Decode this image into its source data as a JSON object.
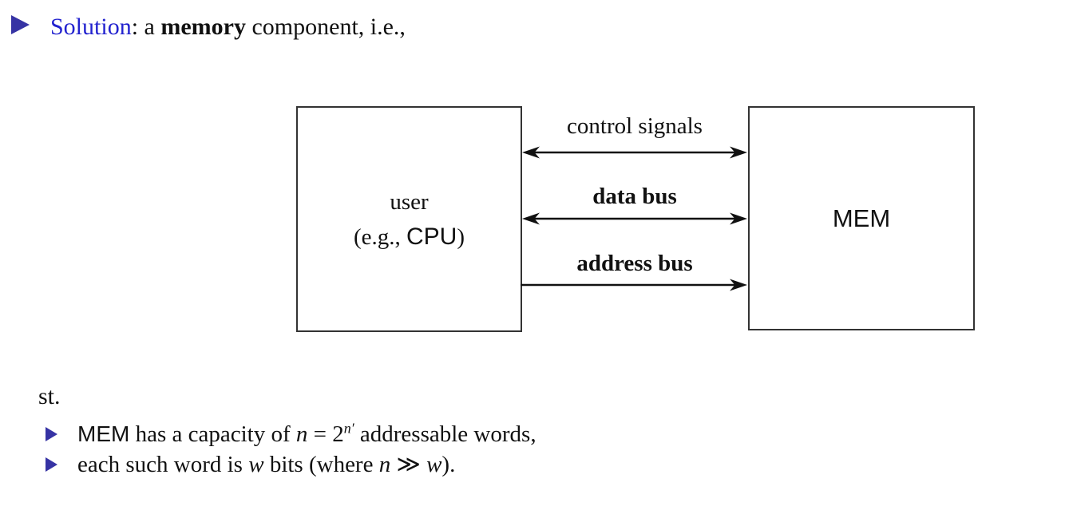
{
  "colors": {
    "accent_bullet": "#3633a4",
    "solution_blue": "#2222cf",
    "text": "#111111",
    "box_border": "#333333"
  },
  "title": {
    "lead": "Solution",
    "sep": ": a ",
    "emphasis": "memory",
    "tail": " component, i.e.,"
  },
  "diagram": {
    "user_box": {
      "line1": "user",
      "line2_open": "(e.g., ",
      "line2_acronym": "CPU",
      "line2_close": ")"
    },
    "mem_box": {
      "label": "MEM"
    },
    "arrows": [
      {
        "label": "control signals",
        "direction": "bidirectional"
      },
      {
        "label": "data bus",
        "direction": "bidirectional"
      },
      {
        "label": "address bus",
        "direction": "right"
      }
    ]
  },
  "footer": {
    "lead_in": "st.",
    "items": [
      {
        "acronym": "MEM",
        "after_acronym": " has a capacity of ",
        "var_n": "n",
        "equals_base": " = 2",
        "superscript": "n′",
        "tail": " addressable words,"
      },
      {
        "start": "each such word is ",
        "var_w": "w",
        "middle": " bits (where ",
        "var_n": "n",
        "relation": " ≫ ",
        "var_w2": "w",
        "tail": ")."
      }
    ]
  }
}
